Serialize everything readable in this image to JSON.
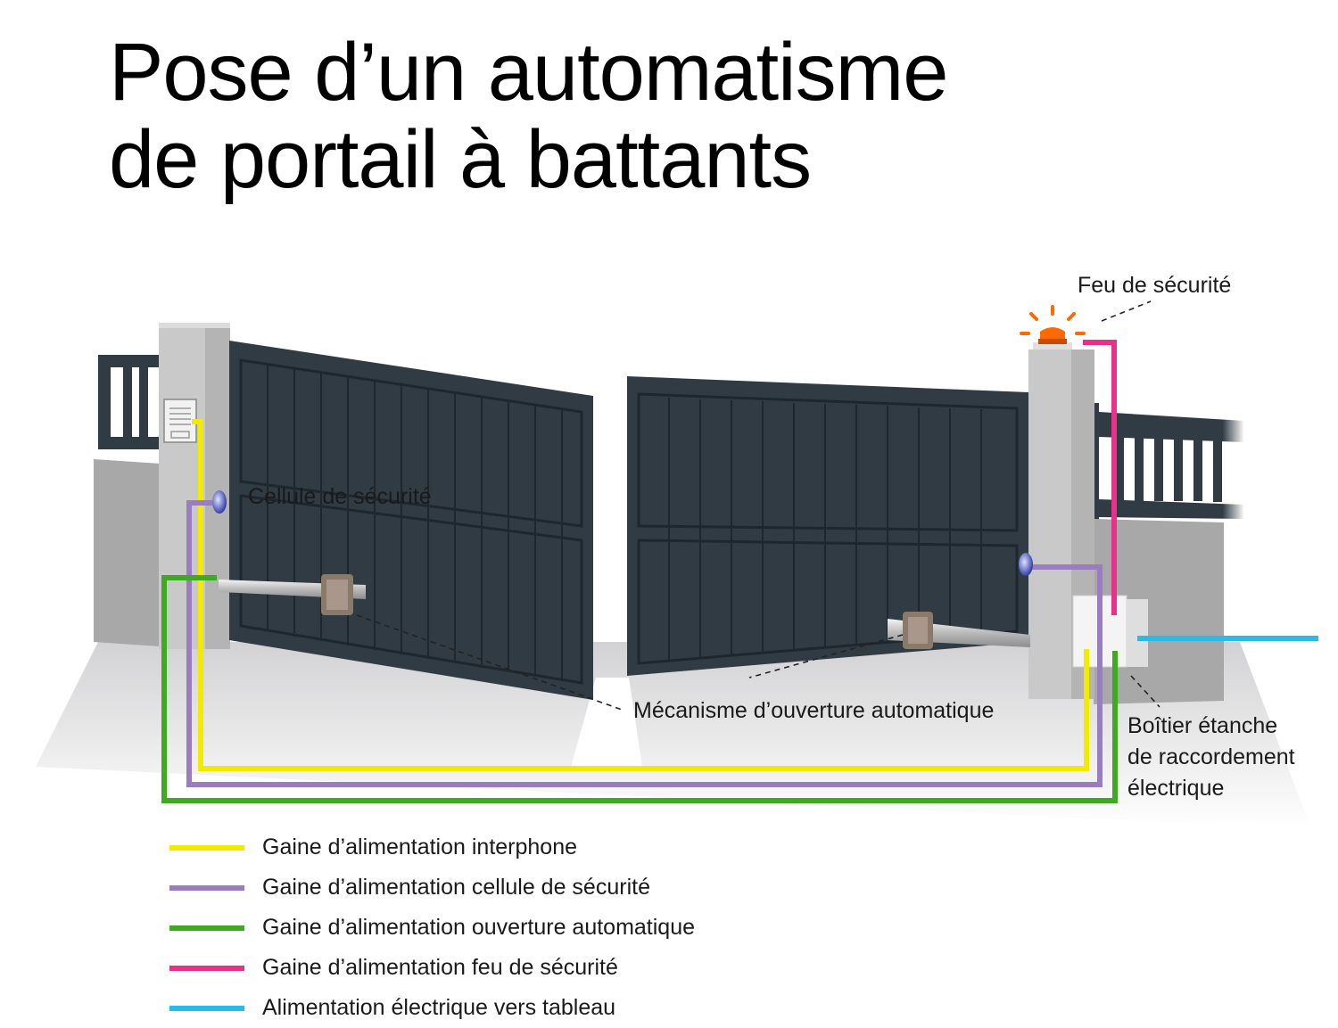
{
  "title": {
    "line1": "Pose d’un automatisme",
    "line2": "de portail à battants"
  },
  "labels": {
    "feu": "Feu de sécurité",
    "cellule": "Cellule de sécurité",
    "mecanisme": "Mécanisme d’ouverture automatique",
    "boitier_line1": "Boîtier étanche",
    "boitier_line2": "de raccordement",
    "boitier_line3": "électrique"
  },
  "legend": [
    {
      "label": "Gaine d’alimentation interphone",
      "color": "#f2ea00"
    },
    {
      "label": "Gaine d’alimentation cellule de sécurité",
      "color": "#9b7cc0"
    },
    {
      "label": "Gaine d’alimentation ouverture automatique",
      "color": "#3eaa1f"
    },
    {
      "label": "Gaine d’alimentation feu de sécurité",
      "color": "#e8318a"
    },
    {
      "label": "Alimentation électrique vers tableau",
      "color": "#2bbbe8"
    }
  ],
  "colors": {
    "gate": "#303b44",
    "pillar": "#c9c9c9",
    "wall": "#a8a8a8",
    "light": "#ff6a00"
  }
}
